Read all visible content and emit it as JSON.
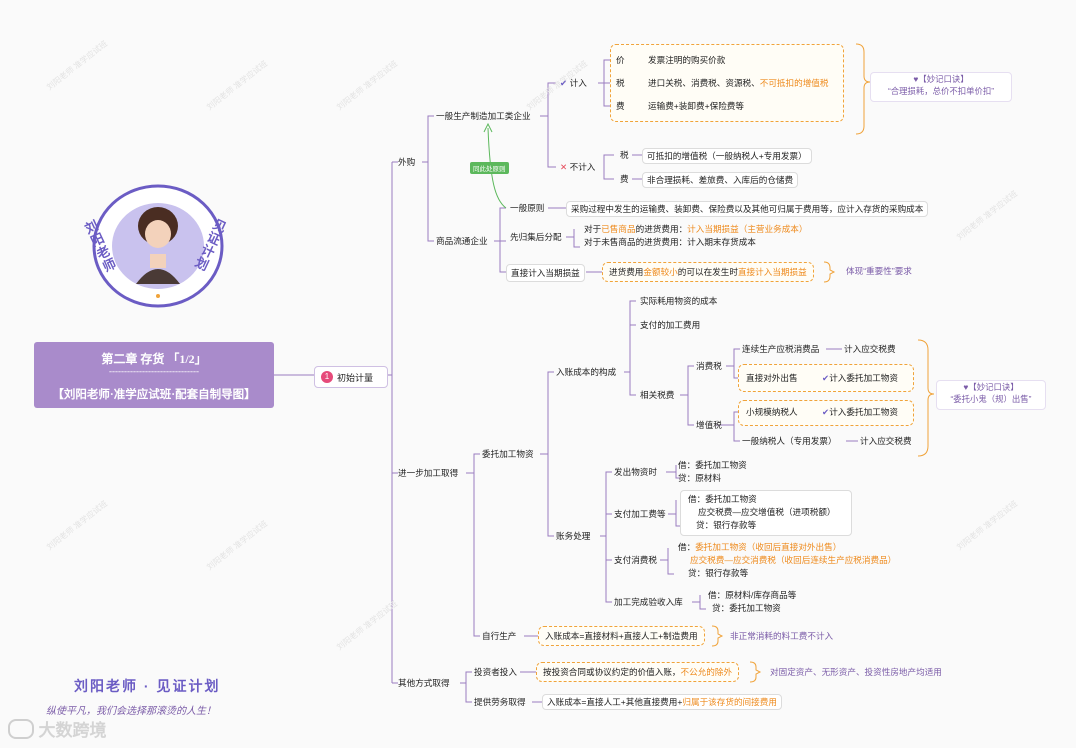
{
  "title": {
    "line1": "第二章 存货 「1/2」",
    "line2": "------------------------------",
    "line3": "【刘阳老师·准学应试班·配套自制导图】"
  },
  "avatar": {
    "left_text": "刘阳老师",
    "right_text": "见证计划"
  },
  "root": {
    "num": "1",
    "label": "初始计量"
  },
  "branches": {
    "purchase": "外购",
    "process": "进一步加工取得",
    "other": "其他方式取得"
  },
  "purchase": {
    "mfg": "一般生产制造加工类企业",
    "include": "计入",
    "exclude": "不计入",
    "price_key": "价",
    "price_val": "发票注明的购买价款",
    "tax_key": "税",
    "tax_val": "进口关税、消费税、资源税、",
    "tax_val_hl": "不可抵扣的增值税",
    "fee_key": "费",
    "fee_val": "运输费+装卸费+保险费等",
    "ex_tax_key": "税",
    "ex_tax_val": "可抵扣的增值税（一般纳税人+专用发票）",
    "ex_fee_key": "费",
    "ex_fee_val": "非合理损耗、差旅费、入库后的仓储费",
    "tip_title": "【妙记口诀】",
    "tip_text": "“合理损耗，总价不扣单价扣”",
    "badge": "同此处原则",
    "trade": "商品流通企业",
    "general": "一般原则",
    "general_text": "采购过程中发生的运输费、装卸费、保险费以及其他可归属于费用等，应计入存货的采购成本",
    "collect": "先归集后分配",
    "collect_a1": "对于",
    "collect_a2": "已售商品",
    "collect_a3": "的进货费用：",
    "collect_a4": "计入当期损益（主营业务成本）",
    "collect_b": "对于未售商品的进货费用：计入期末存货成本",
    "direct": "直接计入当期损益",
    "direct_a1": "进货费用",
    "direct_a2": "金额较小",
    "direct_a3": "的可以在发生时",
    "direct_a4": "直接计入当期损益",
    "direct_note": "体现“重要性”要求"
  },
  "process": {
    "entrust": "委托加工物资",
    "cost": "入账成本的构成",
    "c1": "实际耗用物资的成本",
    "c2": "支付的加工费用",
    "c3": "相关税费",
    "consumption": "消费税",
    "cons_a": "连续生产应税消费品",
    "cons_a_r": "计入应交税费",
    "cons_b": "直接对外出售",
    "cons_b_r": "计入委托加工物资",
    "vat": "增值税",
    "vat_a": "小规模纳税人",
    "vat_a_r": "计入委托加工物资",
    "vat_b": "一般纳税人（专用发票）",
    "vat_b_r": "计入应交税费",
    "tip_title": "【妙记口诀】",
    "tip_text": "“委托小鬼（规）出售”",
    "account": "账务处理",
    "a1": "发出物资时",
    "a1_l1": "借：委托加工物资",
    "a1_l2": "贷：原材料",
    "a2": "支付加工费等",
    "a2_l1": "借：委托加工物资",
    "a2_l2": "应交税费—应交增值税（进项税额）",
    "a2_l3": "贷：银行存款等",
    "a3": "支付消费税",
    "a3_l1a": "借：",
    "a3_l1b": "委托加工物资（收回后直接对外出售）",
    "a3_l2": "应交税费—应交消费税（收回后连续生产应税消费品）",
    "a3_l3": "贷：银行存款等",
    "a4": "加工完成验收入库",
    "a4_l1": "借：原材料/库存商品等",
    "a4_l2": "贷：委托加工物资",
    "self": "自行生产",
    "self_text": "入账成本=直接材料+直接人工+制造费用",
    "self_note": "非正常消耗的料工费不计入"
  },
  "other": {
    "invest": "投资者投入",
    "invest_a": "按投资合同或协议约定的价值入账，",
    "invest_b": "不公允的除外",
    "invest_note": "对固定资产、无形资产、投资性房地产均适用",
    "service": "提供劳务取得",
    "service_a": "入账成本=直接人工+其他直接费用+",
    "service_b": "归属于该存货的间接费用"
  },
  "footer": {
    "brand": "刘阳老师 · 见证计划",
    "slogan": "纵使平凡，我们会选择那滚烫的人生！",
    "logo": "大数跨境"
  },
  "watermark": "刘阳老师 准学应试班",
  "colors": {
    "line": "#9a7cc0",
    "accent": "#ee8a1c",
    "title_bg": "#a98bcb",
    "dash": "#f0a33a",
    "badge": "#5cb85c"
  }
}
